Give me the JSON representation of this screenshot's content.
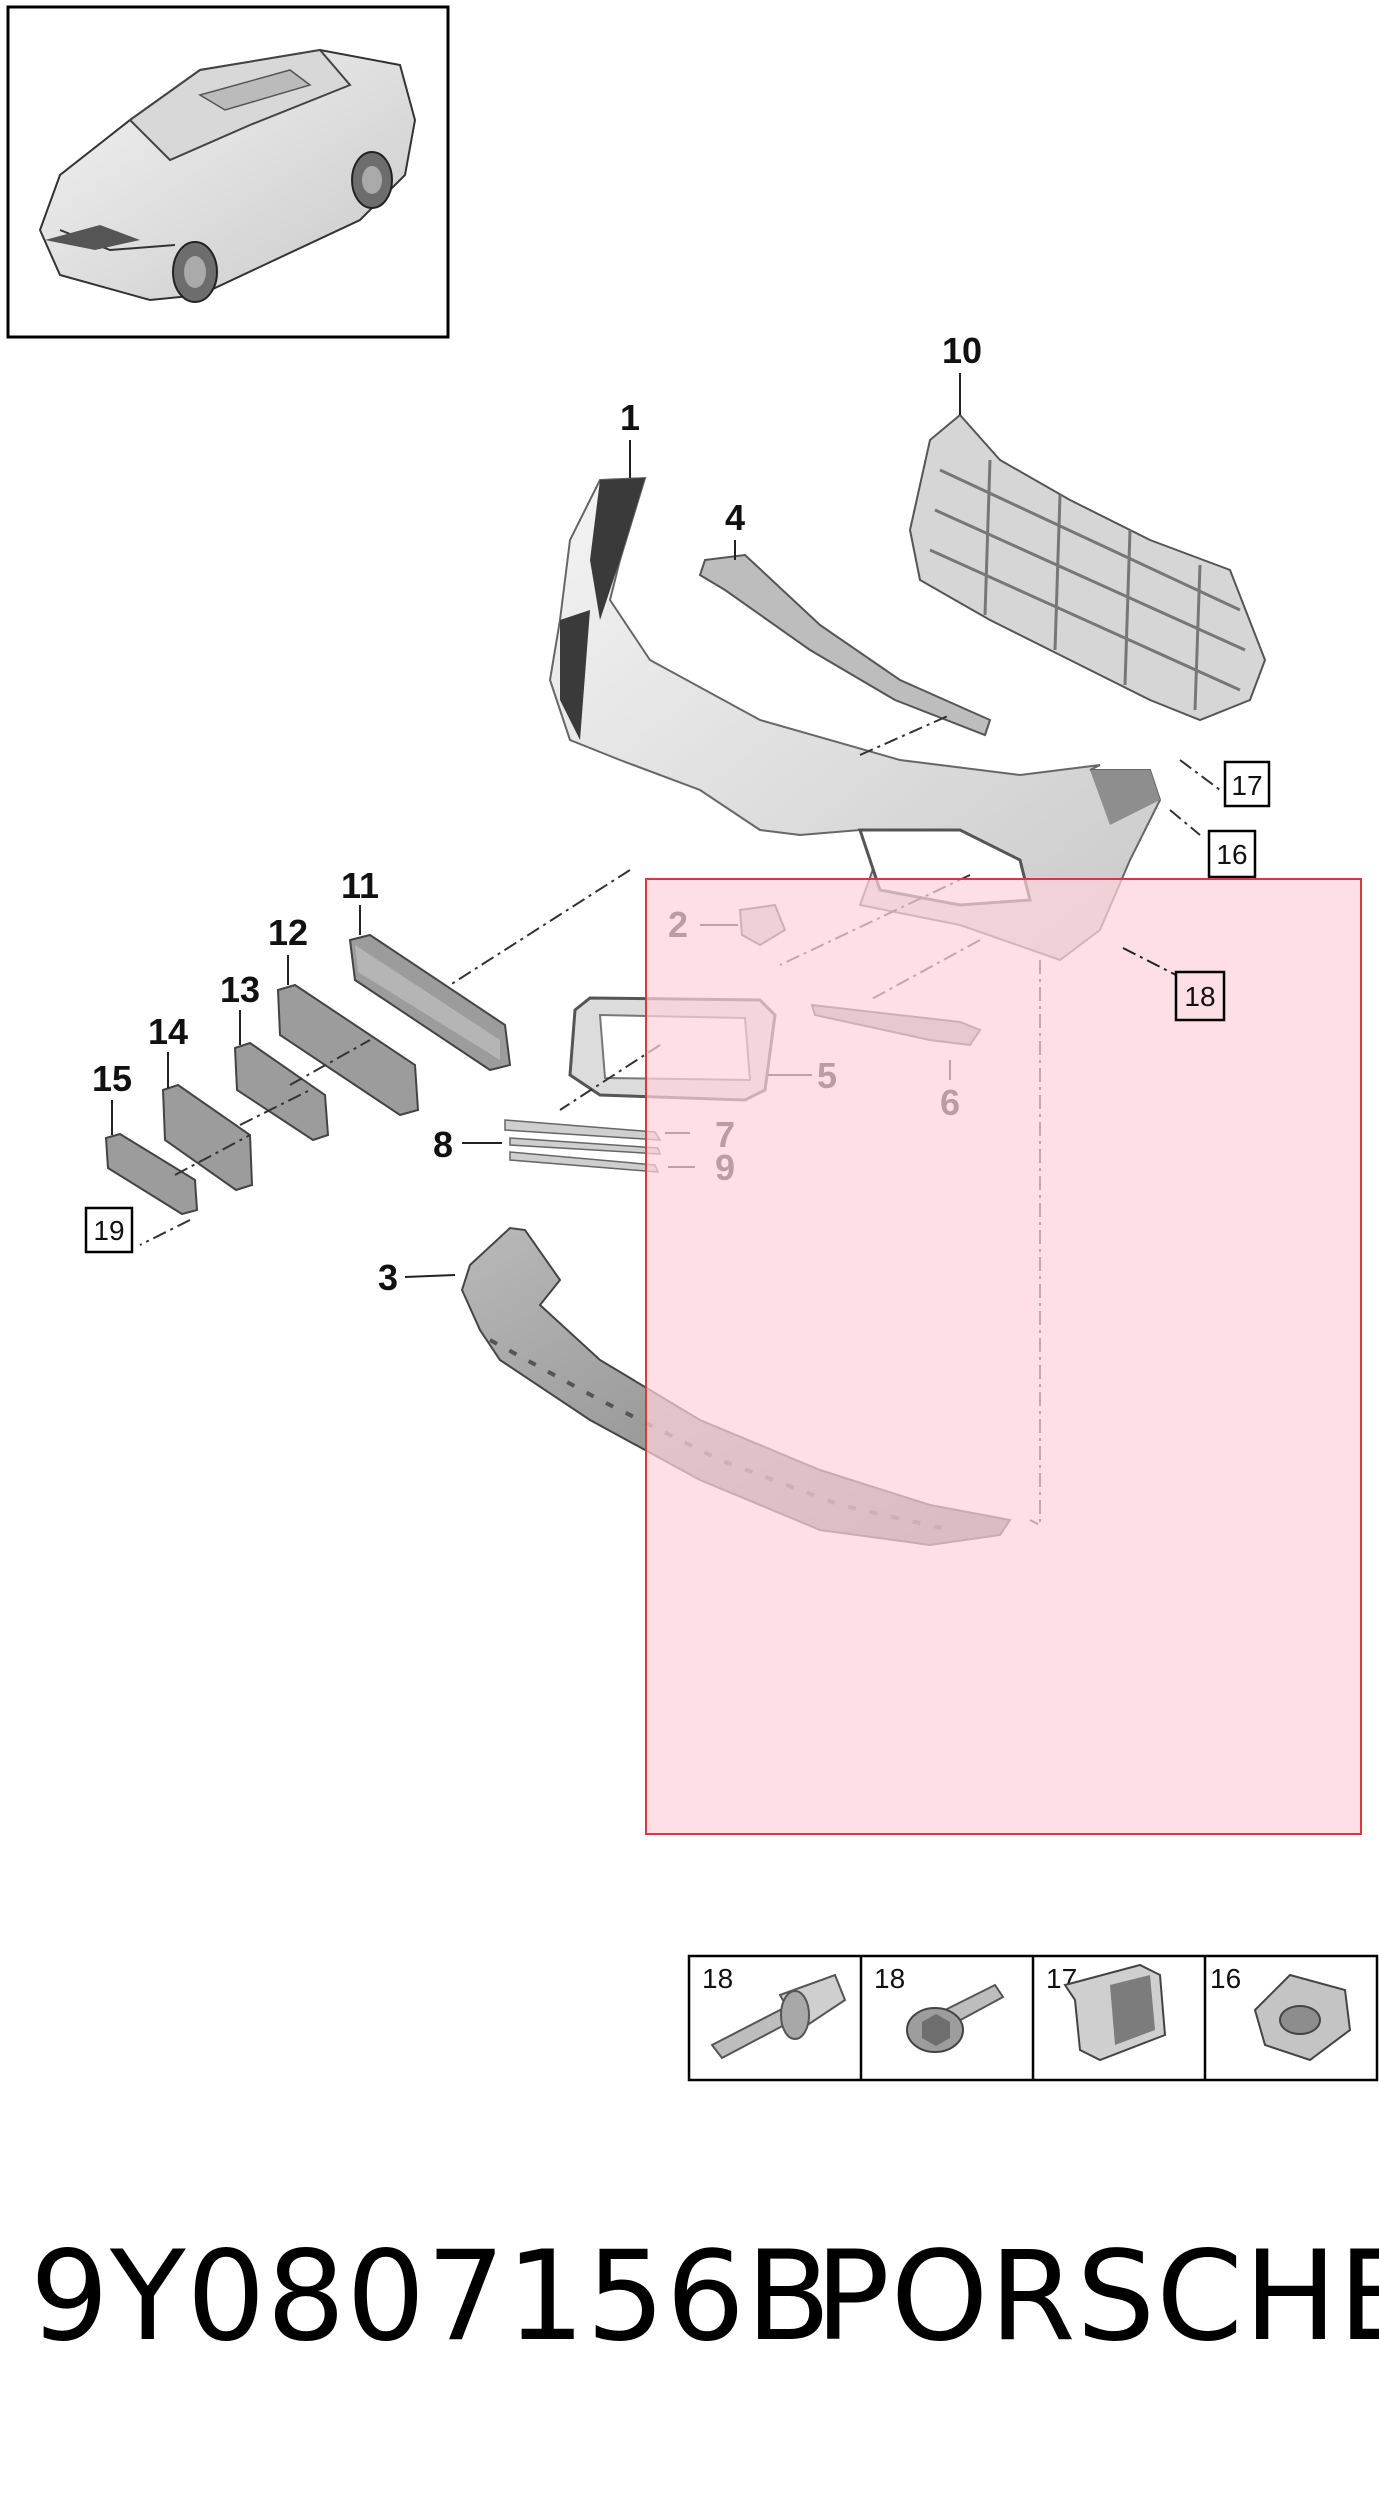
{
  "callouts": {
    "c1": "1",
    "c2": "2",
    "c3": "3",
    "c4": "4",
    "c5": "5",
    "c6": "6",
    "c7": "7",
    "c8": "8",
    "c9": "9",
    "c10": "10",
    "c11": "11",
    "c12": "12",
    "c13": "13",
    "c14": "14",
    "c15": "15"
  },
  "ref_boxes": {
    "b16": "16",
    "b17": "17",
    "b18": "18",
    "b19": "19"
  },
  "fastener_table": {
    "cells": [
      {
        "label": "18",
        "icon": "push-rivet-icon"
      },
      {
        "label": "18",
        "icon": "bolt-icon"
      },
      {
        "label": "17",
        "icon": "bracket-clip-icon"
      },
      {
        "label": "16",
        "icon": "clip-nut-icon"
      }
    ]
  },
  "footer": {
    "part_number": "9Y0807156B",
    "brand": "PORSCHE"
  },
  "colors": {
    "highlight_fill": "#fde0e6",
    "highlight_border": "#d9383f",
    "part_fill": "#e4e4e4",
    "part_stroke": "#8a8a8a",
    "text": "#111111"
  }
}
